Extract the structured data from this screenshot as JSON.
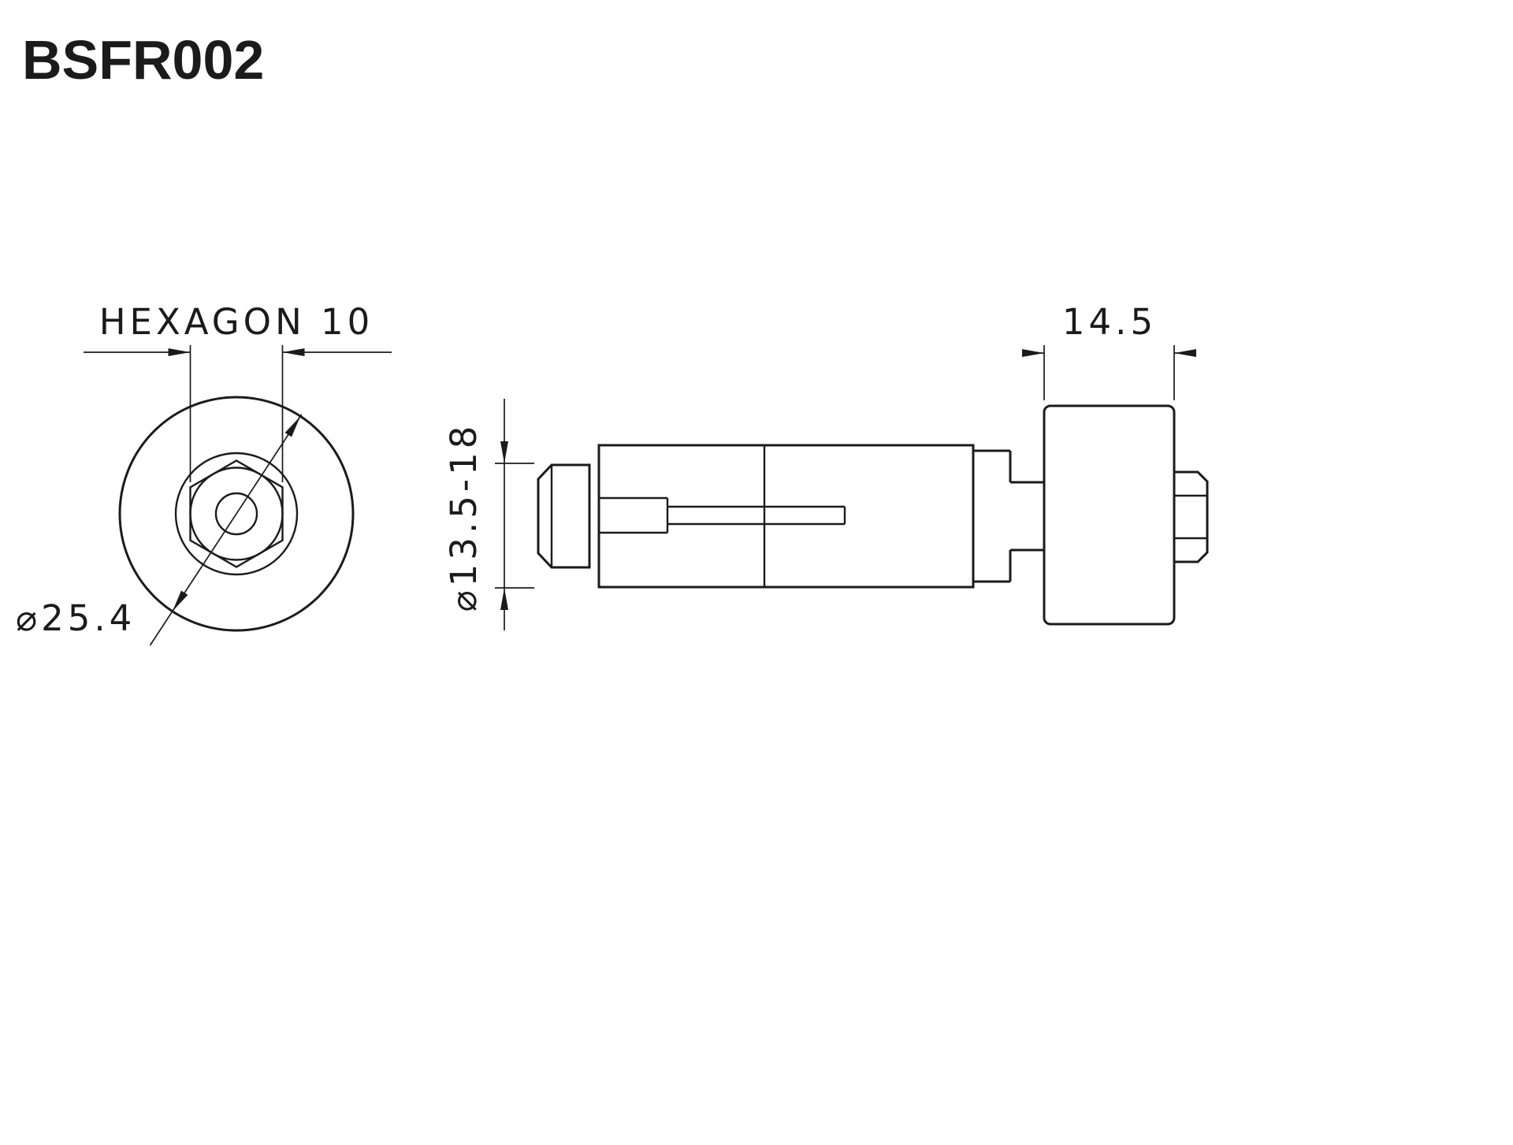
{
  "page": {
    "background": "#ffffff"
  },
  "drawing": {
    "part_number": "BSFR002",
    "line_color": "#1b1b1b",
    "views": {
      "front_view": {
        "dimensions": {
          "hexagon": "HEXAGON 10",
          "outer_diameter": "⌀25.4"
        }
      },
      "side_view": {
        "dimensions": {
          "spacer_width": "14.5",
          "expander_diameter": "⌀13.5-18"
        }
      }
    }
  }
}
